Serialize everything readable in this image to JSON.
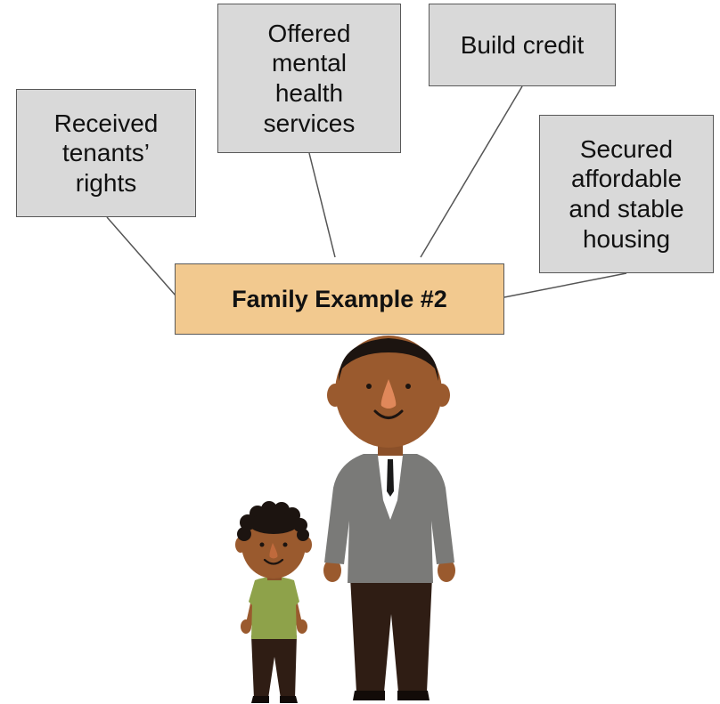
{
  "center_label": "Family Example #2",
  "nodes": [
    {
      "id": "received-tenants-rights",
      "lines": [
        "Received",
        "tenants’",
        "rights"
      ]
    },
    {
      "id": "offered-mental-health",
      "lines": [
        "Offered",
        "mental",
        "health",
        "services"
      ]
    },
    {
      "id": "build-credit",
      "lines": [
        "Build credit"
      ]
    },
    {
      "id": "secured-housing",
      "lines": [
        "Secured",
        "affordable",
        "and stable",
        "housing"
      ]
    }
  ],
  "illustration": {
    "figures": [
      "adult-man",
      "child"
    ],
    "colors": {
      "skin": "#9a5a2e",
      "hair": "#1c1410",
      "nose": "#e0885a",
      "suit": "#7a7a78",
      "shirt": "#ffffff",
      "tie": "#1a1a1a",
      "trousers": "#2f1d14",
      "child_shirt": "#8ea24a",
      "box_fill": "#d9d9d9",
      "center_fill": "#f2c98f"
    }
  }
}
